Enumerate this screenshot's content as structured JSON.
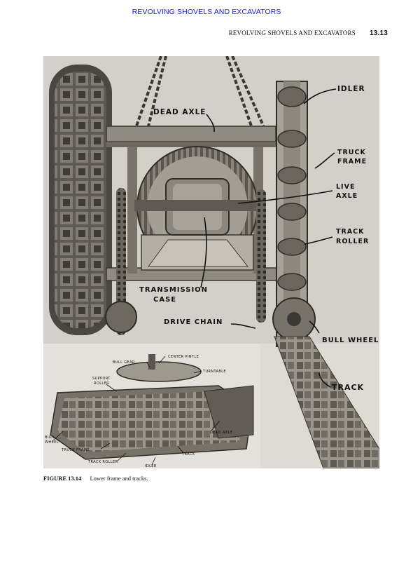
{
  "banner": "REVOLVING SHOVELS AND EXCAVATORS",
  "running_head": {
    "title": "REVOLVING SHOVELS AND EXCAVATORS",
    "page_number": "13.13"
  },
  "figure": {
    "labels": {
      "idler": "IDLER",
      "dead_axle": "DEAD AXLE",
      "truck_frame_1": "TRUCK",
      "truck_frame_2": "FRAME",
      "live_axle_1": "LIVE",
      "live_axle_2": "AXLE",
      "track_roller_1": "TRACK",
      "track_roller_2": "ROLLER",
      "transmission_case_1": "TRANSMISSION",
      "transmission_case_2": "CASE",
      "drive_chain": "DRIVE CHAIN",
      "bull_wheel": "BULL WHEEL",
      "track": "TRACK"
    },
    "inset_labels": {
      "center_pintle": "CENTER PINTLE",
      "bull_gear": "BULL GEAR",
      "turntable": "TURNTABLE",
      "support_roller_1": "SUPPORT",
      "support_roller_2": "ROLLER",
      "bull_wheel_1": "BULL",
      "bull_wheel_2": "WHEEL",
      "truck_frame": "TRUCK FRAME",
      "dead_axle": "DEAD AXLE",
      "track": "TRACK",
      "track_roller": "TRACK ROLLER",
      "idler": "IDLER"
    }
  },
  "caption": {
    "number": "FIGURE 13.14",
    "text": "Lower frame and tracks."
  }
}
